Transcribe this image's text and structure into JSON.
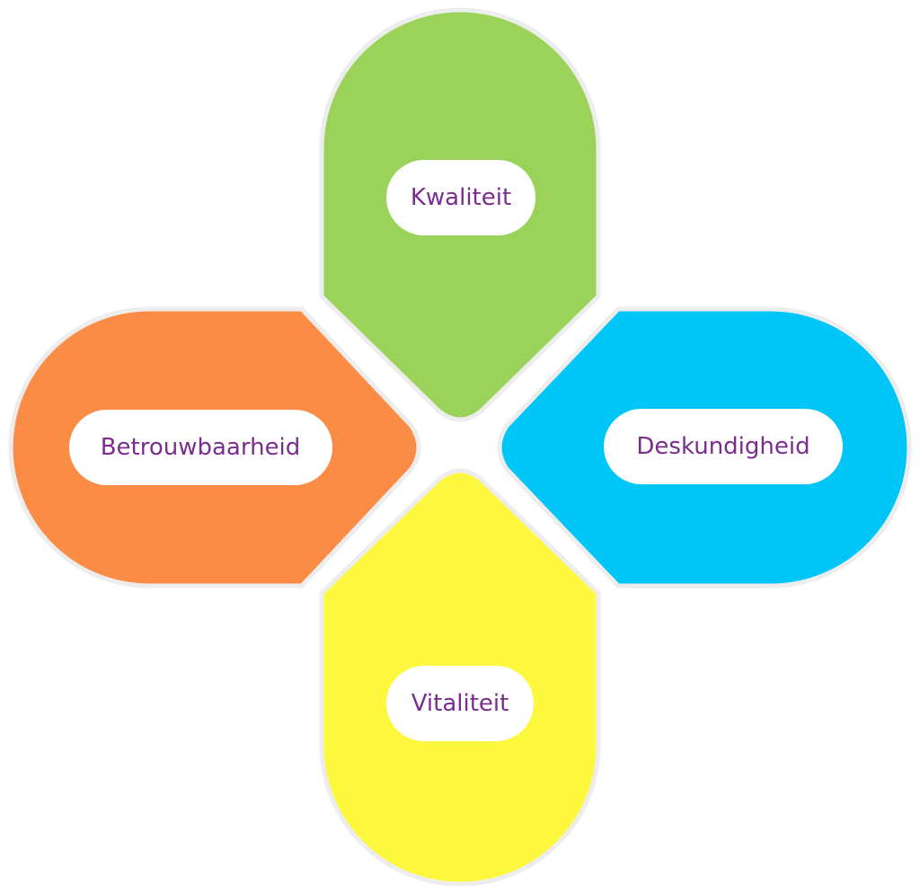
{
  "colors": {
    "label_text": "#7b2d8e",
    "pill_background": "#ffffff",
    "outline": "#ededed"
  },
  "petals": [
    {
      "id": "top",
      "label": "Kwaliteit",
      "color": "#9bd35a"
    },
    {
      "id": "right",
      "label": "Deskundigheid",
      "color": "#00c5f7"
    },
    {
      "id": "bottom",
      "label": "Vitaliteit",
      "color": "#fdf73e"
    },
    {
      "id": "left",
      "label": "Betrouwbaarheid",
      "color": "#fb8c46"
    }
  ]
}
